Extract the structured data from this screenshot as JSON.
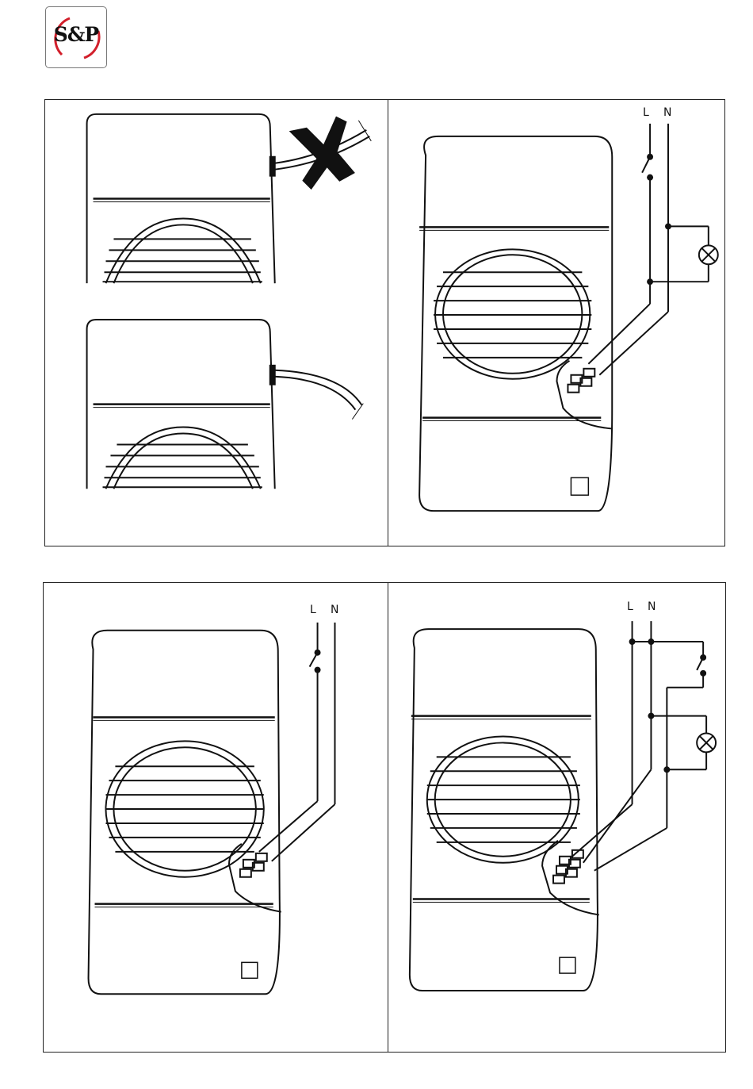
{
  "logo": {
    "text": "S&P",
    "accent_color": "#d21f2b"
  },
  "panels": [
    {
      "id": "cable-routing",
      "items": [
        "incorrect-cable-entry",
        "correct-cable-entry"
      ]
    },
    {
      "id": "wiring-light-switch",
      "wire_labels": [
        "L",
        "N"
      ]
    },
    {
      "id": "wiring-switch",
      "wire_labels": [
        "L",
        "N"
      ]
    },
    {
      "id": "wiring-switch-and-light",
      "wire_labels": [
        "L",
        "N"
      ]
    }
  ]
}
